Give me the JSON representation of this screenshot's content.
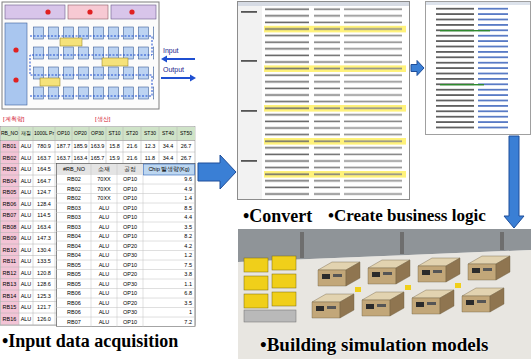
{
  "diagram": {
    "nodes": [
      {
        "text": [
          "•Input data acquisition"
        ]
      },
      {
        "text": [
          "•Convert"
        ]
      },
      {
        "text": [
          "•Create business logic"
        ]
      },
      {
        "text": [
          "•Building simulation models"
        ]
      }
    ],
    "edges": [
      {
        "from": 0,
        "to": 1,
        "arrow": "to"
      },
      {
        "from": 1,
        "to": 2,
        "arrow": "to"
      },
      {
        "from": 2,
        "to": 3,
        "arrow": "to"
      }
    ],
    "labels": [
      "Input",
      "Output",
      "[계획량]",
      "[생산]",
      "RB_NO",
      "재질",
      "1000L Pr",
      "OP10",
      "OP20",
      "OP30",
      "ST10",
      "ST20",
      "ST30",
      "ST40",
      "ST50",
      "RB01",
      "ALU",
      "780.9",
      "187.7",
      "185.9",
      "163.9",
      "15.8",
      "21.6",
      "12.3",
      "34.4",
      "26.7",
      "RB02",
      "ALU",
      "163.7",
      "163.7",
      "163.4",
      "165.7",
      "15.9",
      "21.6",
      "11.8",
      "34.4",
      "26.7",
      "RB03",
      "ALU",
      "164.5",
      "RB04",
      "ALU",
      "164.7",
      "RB05",
      "ALU",
      "124.7",
      "RB06",
      "ALU",
      "128.4",
      "RB07",
      "ALU",
      "114.5",
      "RB08",
      "ALU",
      "163.4",
      "RB09",
      "ALU",
      "147.3",
      "RB10",
      "ALU",
      "130.4",
      "RB11",
      "ALU",
      "133.5",
      "RB12",
      "ALU",
      "120.8",
      "RB13",
      "ALU",
      "128.6",
      "RB14",
      "ALU",
      "125.3",
      "RB15",
      "ALU",
      "121.7",
      "RB16",
      "ALU",
      "126.0",
      "#RB_NO",
      "소재",
      "공정",
      "Chip 발생량(Kg)",
      "RB02",
      "70XX",
      "OP10",
      "9.6",
      "RB02",
      "70XX",
      "OP10",
      "4.9",
      "RB02",
      "70XX",
      "OP10",
      "1.4",
      "RB03",
      "ALU",
      "OP10",
      "8.5",
      "RB03",
      "ALU",
      "OP10",
      "4.4",
      "RB03",
      "ALU",
      "OP10",
      "3.5",
      "RB04",
      "ALU",
      "OP10",
      "8.2",
      "RB04",
      "ALU",
      "OP20",
      "4.2",
      "RB04",
      "ALU",
      "OP30",
      "1.2",
      "RB05",
      "ALU",
      "OP10",
      "7.5",
      "RB05",
      "ALU",
      "OP20",
      "3.8",
      "RB05",
      "ALU",
      "OP30",
      "1.1",
      "RB06",
      "ALU",
      "OP10",
      "6.8",
      "RB06",
      "ALU",
      "OP20",
      "3.5",
      "RB06",
      "ALU",
      "OP30",
      "1",
      "RB07",
      "ALU",
      "OP10",
      "7.2"
    ]
  }
}
